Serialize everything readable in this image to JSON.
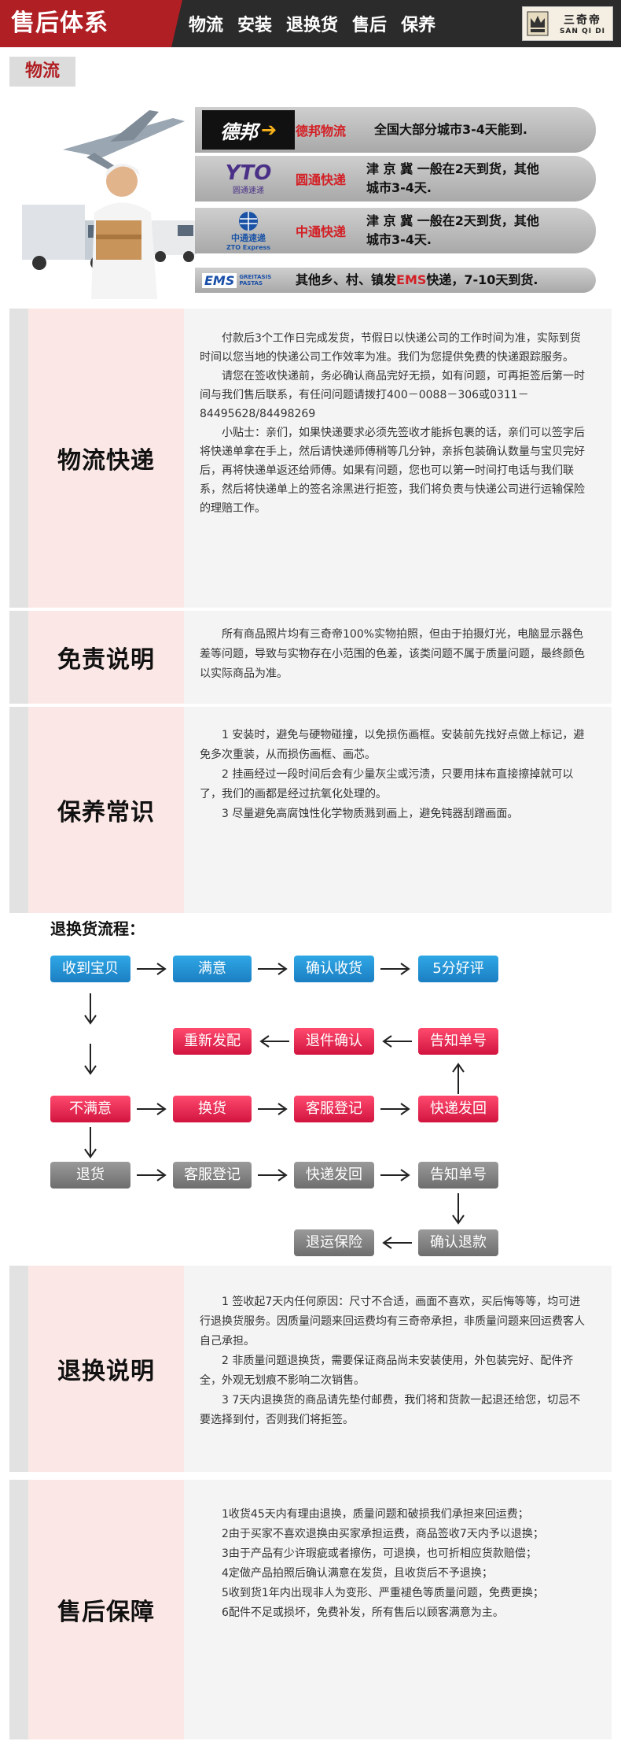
{
  "header": {
    "title": "售后体系",
    "nav": [
      "物流",
      "安装",
      "退换货",
      "售后",
      "保养"
    ],
    "logo_cn": "三奇帝",
    "logo_en": "SAN QI DI"
  },
  "logistics_label": "物流",
  "carriers": [
    {
      "logo": "德邦",
      "name": "德邦物流",
      "desc": "全国大部分城市3-4天能到."
    },
    {
      "logo": "YTO",
      "logo_sub": "圆通速递",
      "name": "圆通快递",
      "desc_line1": "津 京 冀 一般在2天到货，其他",
      "desc_line2": "城市3-4天."
    },
    {
      "logo": "中通速递",
      "logo_sub": "ZTO Express",
      "name": "中通快递",
      "desc_line1": "津 京 冀 一般在2天到货，其他",
      "desc_line2": "城市3-4天."
    },
    {
      "logo": "EMS",
      "logo_sub": "GREITASIS PASTAS",
      "desc_pre": "其他乡、村、镇发",
      "desc_ems": "EMS",
      "desc_post": "快递，7-10天到货."
    }
  ],
  "sections": {
    "shipping": {
      "title": "物流快递",
      "paragraphs": [
        "付款后3个工作日完成发货，节假日以快递公司的工作时间为准，实际到货时间以您当地的快递公司工作效率为准。我们为您提供免费的快递跟踪服务。",
        "请您在签收快递前，务必确认商品完好无损，如有问题，可再拒签后第一时间与我们售后联系，有任问问题请拨打400－0088－306或0311－84495628/84498269",
        "小贴士：亲们，如果快递要求必须先签收才能拆包裹的话，亲们可以签字后将快递单拿在手上，然后请快递师傅稍等几分钟，亲拆包装确认数量与宝贝完好后，再将快递单返还给师傅。如果有问题，您也可以第一时间打电话与我们联系，然后将快递单上的签名涂黑进行拒签，我们将负责与快递公司进行运输保险的理赔工作。"
      ]
    },
    "disclaimer": {
      "title": "免责说明",
      "paragraphs": [
        "所有商品照片均有三奇帝100%实物拍照，但由于拍摄灯光，电脑显示器色差等问题，导致与实物存在小范围的色差，该类问题不属于质量问题，最终颜色以实际商品为准。"
      ]
    },
    "care": {
      "title": "保养常识",
      "paragraphs": [
        "1 安装时，避免与硬物碰撞，以免损伤画框。安装前先找好点做上标记，避免多次重装，从而损伤画框、画芯。",
        "2 挂画经过一段时间后会有少量灰尘或污渍，只要用抹布直接擦掉就可以了，我们的画都是经过抗氧化处理的。",
        "3 尽量避免高腐蚀性化学物质溅到画上，避免钝器刮蹭画面。"
      ]
    },
    "returns": {
      "title": "退换说明",
      "paragraphs": [
        "1 签收起7天内任何原因：尺寸不合适，画面不喜欢，买后悔等等，均可进行退换货服务。因质量问题来回运费均有三奇帝承担，非质量问题来回运费客人自己承担。",
        "2 非质量问题退换货，需要保证商品尚未安装使用，外包装完好、配件齐全，外观无划痕不影响二次销售。",
        "3 7天内退换货的商品请先垫付邮费，我们将和货款一起退还给您，切忌不要选择到付，否则我们将拒签。"
      ]
    },
    "warranty": {
      "title": "售后保障",
      "paragraphs": [
        "1收货45天内有理由退换，质量问题和破损我们承担来回运费；",
        "2由于买家不喜欢退换由买家承担运费，商品签收7天内予以退换；",
        "3由于产品有少许瑕疵或者擦伤，可退换，也可折相应货款赔偿；",
        "4定做产品拍照后确认满意在发货，且收货后不予退换；",
        "5收到货1年内出现非人为变形、严重褪色等质量问题，免费更换；",
        "6配件不足或损坏，免费补发，所有售后以顾客满意为主。"
      ]
    }
  },
  "flow": {
    "title": "退换货流程：",
    "receive": "收到宝贝",
    "satisfied": "满意",
    "confirm_receipt": "确认收货",
    "five_star": "5分好评",
    "reship": "重新发配",
    "return_confirm": "退件确认",
    "notify_no_1": "告知单号",
    "unsatisfied": "不满意",
    "exchange": "换货",
    "cs_register_1": "客服登记",
    "courier_return_1": "快递发回",
    "refund": "退货",
    "cs_register_2": "客服登记",
    "courier_return_2": "快递发回",
    "notify_no_2": "告知单号",
    "return_insurance": "退运保险",
    "confirm_refund": "确认退款"
  },
  "colors": {
    "brand_red": "#b01f24",
    "flow_blue": "#1b7fc2",
    "flow_red": "#d1143f",
    "flow_gray": "#6d6d6d"
  }
}
